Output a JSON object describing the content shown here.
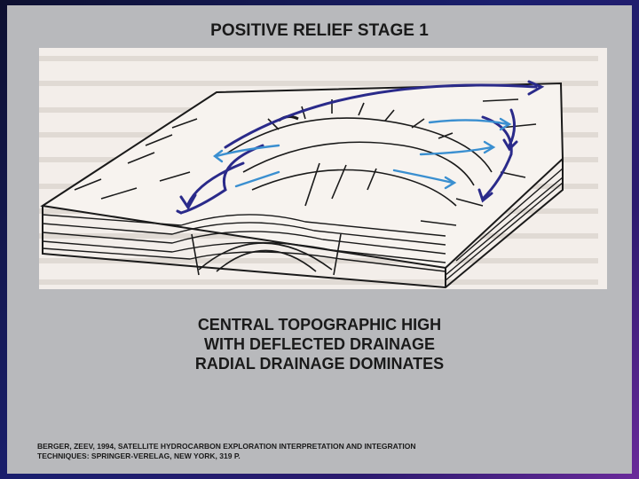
{
  "slide": {
    "title": "POSITIVE RELIEF STAGE 1",
    "caption_lines": [
      "CENTRAL TOPOGRAPHIC HIGH",
      "WITH DEFLECTED DRAINAGE",
      "RADIAL DRAINAGE DOMINATES"
    ],
    "citation_lines": [
      "BERGER, ZEEV, 1994, SATELLITE HYDROCARBON EXPLORATION INTERPRETATION AND INTEGRATION",
      "TECHNIQUES:  SPRINGER-VERELAG, NEW YORK, 319 P."
    ]
  },
  "colors": {
    "slide_bg": "#b8b9bc",
    "outer_bg": "#1a1f6e",
    "figure_bg": "#f3eeea",
    "drainage_dark": "#2a2a8a",
    "drainage_light": "#3a8fd0",
    "sketch_ink": "#1a1a1a"
  }
}
